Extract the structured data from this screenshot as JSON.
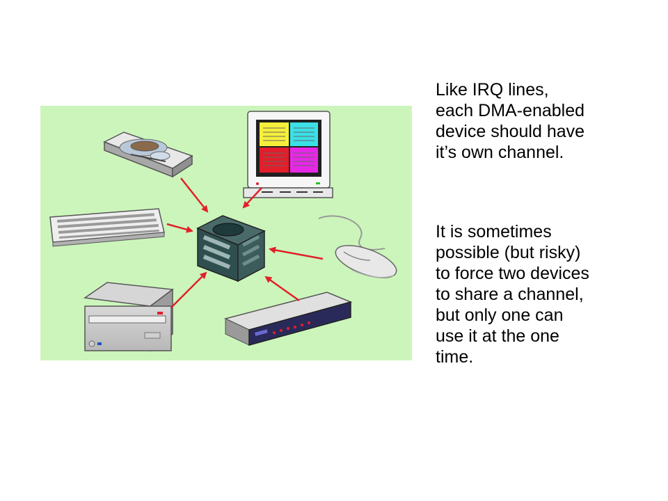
{
  "slide": {
    "paragraph1": "Like IRQ lines,\neach DMA-enabled\ndevice should have\nit’s own channel.",
    "paragraph2": "It is sometimes\npossible (but risky)\nto force two devices\nto share a channel,\nbut only one can\nuse it at the one\ntime."
  },
  "diagram": {
    "background_color": "#ccf5bb",
    "arrow_color": "#e0202a",
    "center_device": "dma-controller-chip",
    "devices": [
      "hard-drive",
      "monitor",
      "keyboard",
      "mouse",
      "cd-drive",
      "modem"
    ]
  }
}
